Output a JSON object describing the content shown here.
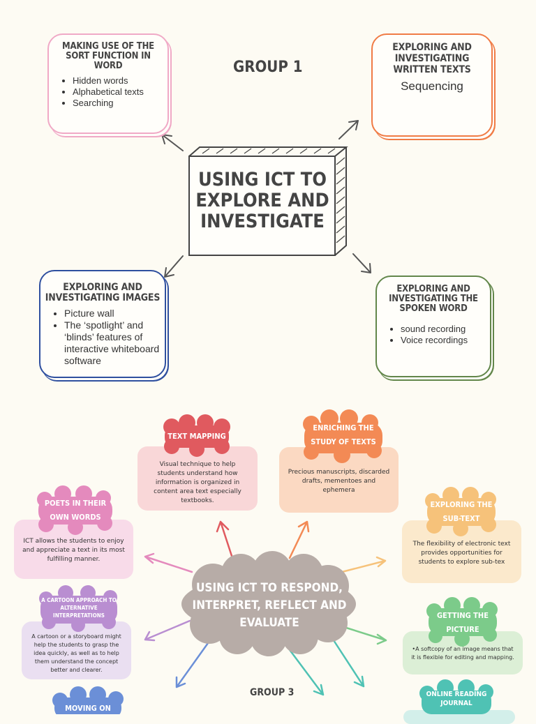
{
  "group1": "GROUP 1",
  "group3": "GROUP 3",
  "center1": "USING ICT TO EXPLORE AND INVESTIGATE",
  "center2": "USING ICT TO RESPOND, INTERPRET, REFLECT AND EVALUATE",
  "boxes": [
    {
      "title": "MAKING USE OF THE SORT FUNCTION IN WORD",
      "items": [
        "Hidden words",
        "Alphabetical texts",
        "Searching"
      ],
      "color": "#f0a9c6"
    },
    {
      "title": "EXPLORING AND INVESTIGATING WRITTEN TEXTS",
      "text": "Sequencing",
      "color": "#f07b45"
    },
    {
      "title": "EXPLORING AND INVESTIGATING IMAGES",
      "items": [
        "Picture wall",
        "The ‘spotlight’ and ‘blinds’ features of interactive whiteboard software"
      ],
      "color": "#2e4f9f"
    },
    {
      "title": "EXPLORING AND INVESTIGATING THE SPOKEN WORD",
      "items": [
        "sound recording",
        "Voice recordings"
      ],
      "color": "#62864a"
    }
  ],
  "clouds": [
    {
      "title": "TEXT MAPPING",
      "text": "Visual technique to help students understand how information is organized in content area text especially textbooks.",
      "cloud": "#e05a5f",
      "card": "#f9d7d8"
    },
    {
      "title": "ENRICHING THE STUDY OF TEXTS",
      "text": "Precious manuscripts, discarded drafts, mementoes and ephemera",
      "cloud": "#f38a55",
      "card": "#fbd9c2"
    },
    {
      "title": "POETS IN THEIR OWN WORDS",
      "text": "ICT allows the students to enjoy and appreciate a text in its most fulfilling manner.",
      "cloud": "#e48abd",
      "card": "#f8dbe9"
    },
    {
      "title": "EXPLORING THE SUB-TEXT",
      "text": "The flexibility of electronic text provides opportunities for students to explore sub-tex",
      "cloud": "#f6c27a",
      "card": "#fbe9cc"
    },
    {
      "title": "A CARTOON APPROACH TO ALTERNATIVE INTERPRETATIONS",
      "text": "A cartoon or a storyboard might help the students to grasp the idea quickly, as well as to help them understand the concept better and clearer.",
      "cloud": "#b98ed1",
      "card": "#eadff1"
    },
    {
      "title": "GETTING THE PICTURE",
      "text": "•A softcopy of an image means that it is flexible for editing and mapping.",
      "cloud": "#7ccb8a",
      "card": "#dcefd6"
    },
    {
      "title": "MOVING ON",
      "text": "",
      "cloud": "#6b8fd7",
      "card": "#dce5f5"
    },
    {
      "title": "ONLINE READING JOURNAL",
      "text": "",
      "cloud": "#4fc2b4",
      "card": "#d3efea"
    }
  ]
}
